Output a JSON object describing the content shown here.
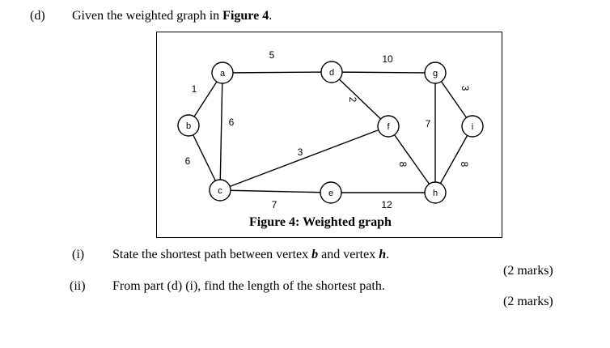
{
  "question": {
    "label": "(d)",
    "text_pre": "Given the weighted graph in ",
    "text_bold": "Figure 4",
    "text_post": "."
  },
  "figure": {
    "caption": "Figure 4: Weighted graph",
    "vertices": [
      "a",
      "b",
      "c",
      "d",
      "e",
      "f",
      "g",
      "h",
      "i"
    ],
    "edges": [
      {
        "from": "b",
        "to": "a",
        "weight": "1"
      },
      {
        "from": "b",
        "to": "c",
        "weight": "6"
      },
      {
        "from": "a",
        "to": "c",
        "weight": "6"
      },
      {
        "from": "a",
        "to": "d",
        "weight": "5"
      },
      {
        "from": "d",
        "to": "f",
        "weight": "2"
      },
      {
        "from": "d",
        "to": "g",
        "weight": "10"
      },
      {
        "from": "c",
        "to": "f",
        "weight": "3"
      },
      {
        "from": "c",
        "to": "e",
        "weight": "7"
      },
      {
        "from": "e",
        "to": "h",
        "weight": "12"
      },
      {
        "from": "f",
        "to": "h",
        "weight": "8"
      },
      {
        "from": "g",
        "to": "h",
        "weight": "7"
      },
      {
        "from": "g",
        "to": "i",
        "weight": "3"
      },
      {
        "from": "h",
        "to": "i",
        "weight": "8"
      }
    ]
  },
  "parts": [
    {
      "label": "(i)",
      "text_pre": "State the shortest path between vertex ",
      "v1": "b",
      "text_mid": " and vertex ",
      "v2": "h",
      "text_post": ".",
      "marks": "(2 marks)"
    },
    {
      "label": "(ii)",
      "text": "From part (d) (i), find the length of the shortest path.",
      "marks": "(2 marks)"
    }
  ]
}
